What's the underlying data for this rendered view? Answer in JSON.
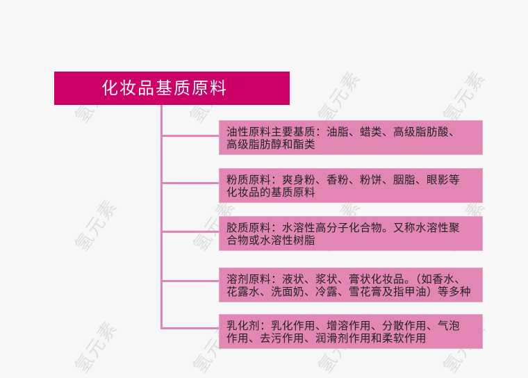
{
  "colors": {
    "title_bg": "#cc0066",
    "node_bg": "#e287b5",
    "connector": "#e384b5",
    "background": "#f7f7f7"
  },
  "title": "化妆品基质原料",
  "nodes": [
    {
      "text": "油性原料主要基质：油脂、蜡类、高级脂肪酸、\n高级脂肪醇和酯类"
    },
    {
      "text": "粉质原料：爽身粉、香粉、粉饼、胭脂、眼影等\n化妆品的基质原料"
    },
    {
      "text": "胶质原料：水溶性高分子化合物。又称水溶性聚\n合物或水溶性树脂"
    },
    {
      "text": "溶剂原料：液状、浆状、膏状化妆品。（如香水、\n花露水、洗面奶、冷露、雪花膏及指甲油）等多种"
    },
    {
      "text": "乳化剂：乳化作用、增溶作用、分散作用、气泡\n作用、去污作用、润滑剂作用和柔软作用"
    }
  ],
  "watermark": "氢元素"
}
